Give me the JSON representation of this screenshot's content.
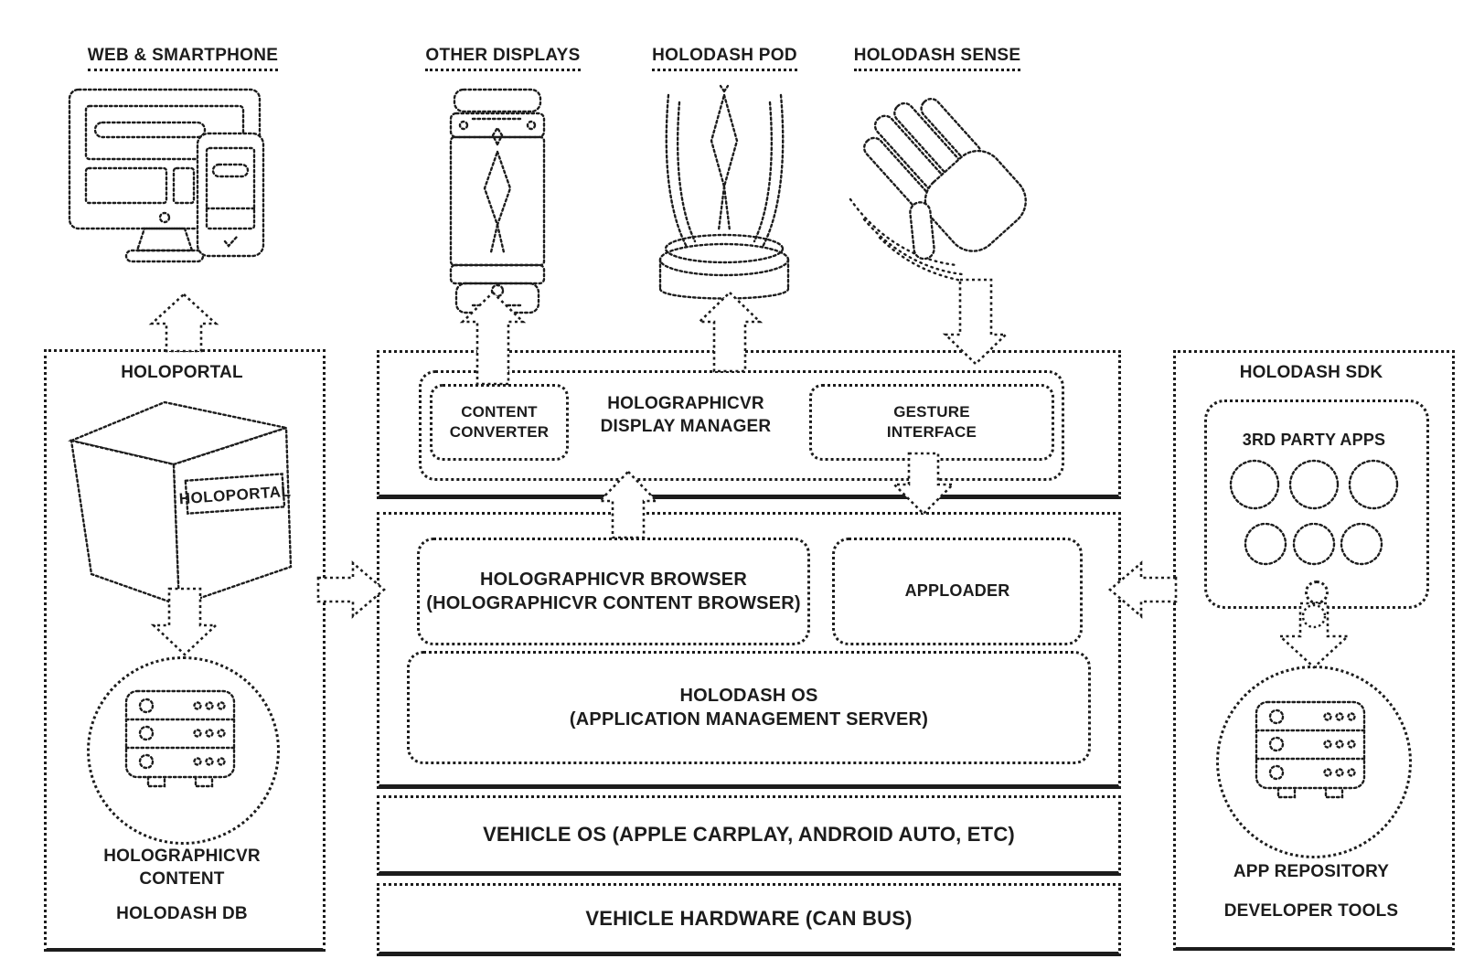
{
  "colors": {
    "ink": "#1c1c1c",
    "background": "#ffffff"
  },
  "top_row": {
    "web_smartphone": "WEB & SMARTPHONE",
    "other_displays": "OTHER DISPLAYS",
    "holodash_pod": "HOLODASH POD",
    "holodash_sense": "HOLODASH SENSE"
  },
  "left_panel": {
    "title": "HOLOPORTAL",
    "cube_label": "HOLOPORTAL",
    "db_caption": "HOLOGRAPHICVR\nCONTENT",
    "db_name": "HOLODASH DB"
  },
  "display_layer": {
    "content_converter": "CONTENT\nCONVERTER",
    "display_manager": "HOLOGRAPHICVR\nDISPLAY MANAGER",
    "gesture_interface": "GESTURE\nINTERFACE"
  },
  "app_layer": {
    "browser": "HOLOGRAPHICVR BROWSER\n(HOLOGRAPHICVR CONTENT BROWSER)",
    "apploader": "APPLOADER",
    "holodash_os": "HOLODASH OS\n(APPLICATION MANAGEMENT SERVER)"
  },
  "platform_layers": {
    "vehicle_os": "VEHICLE OS (APPLE CARPLAY, ANDROID AUTO, ETC)",
    "vehicle_hardware": "VEHICLE HARDWARE (CAN BUS)"
  },
  "right_panel": {
    "title": "HOLODASH SDK",
    "third_party_apps": "3RD PARTY APPS",
    "app_repository": "APP REPOSITORY",
    "developer_tools": "DEVELOPER TOOLS"
  },
  "icons": [
    "desktop-and-smartphone-icon",
    "holographic-jar-display-icon",
    "holodash-pod-icon",
    "waving-hand-icon",
    "holoportal-cube-icon",
    "database-server-icon",
    "third-party-app-circles-icon",
    "up-arrow-icon",
    "down-arrow-icon",
    "right-arrow-icon",
    "left-arrow-icon"
  ]
}
